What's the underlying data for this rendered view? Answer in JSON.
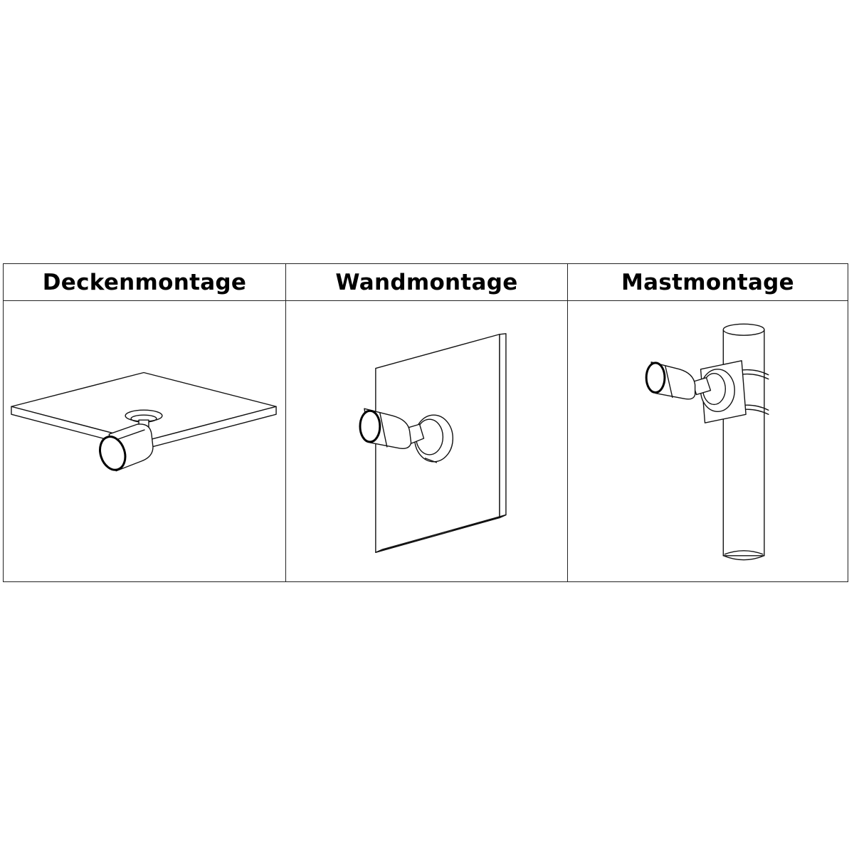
{
  "mount_types": [
    {
      "label": "Deckenmontage"
    },
    {
      "label": "Wandmontage"
    },
    {
      "label": "Mastmontage"
    }
  ]
}
